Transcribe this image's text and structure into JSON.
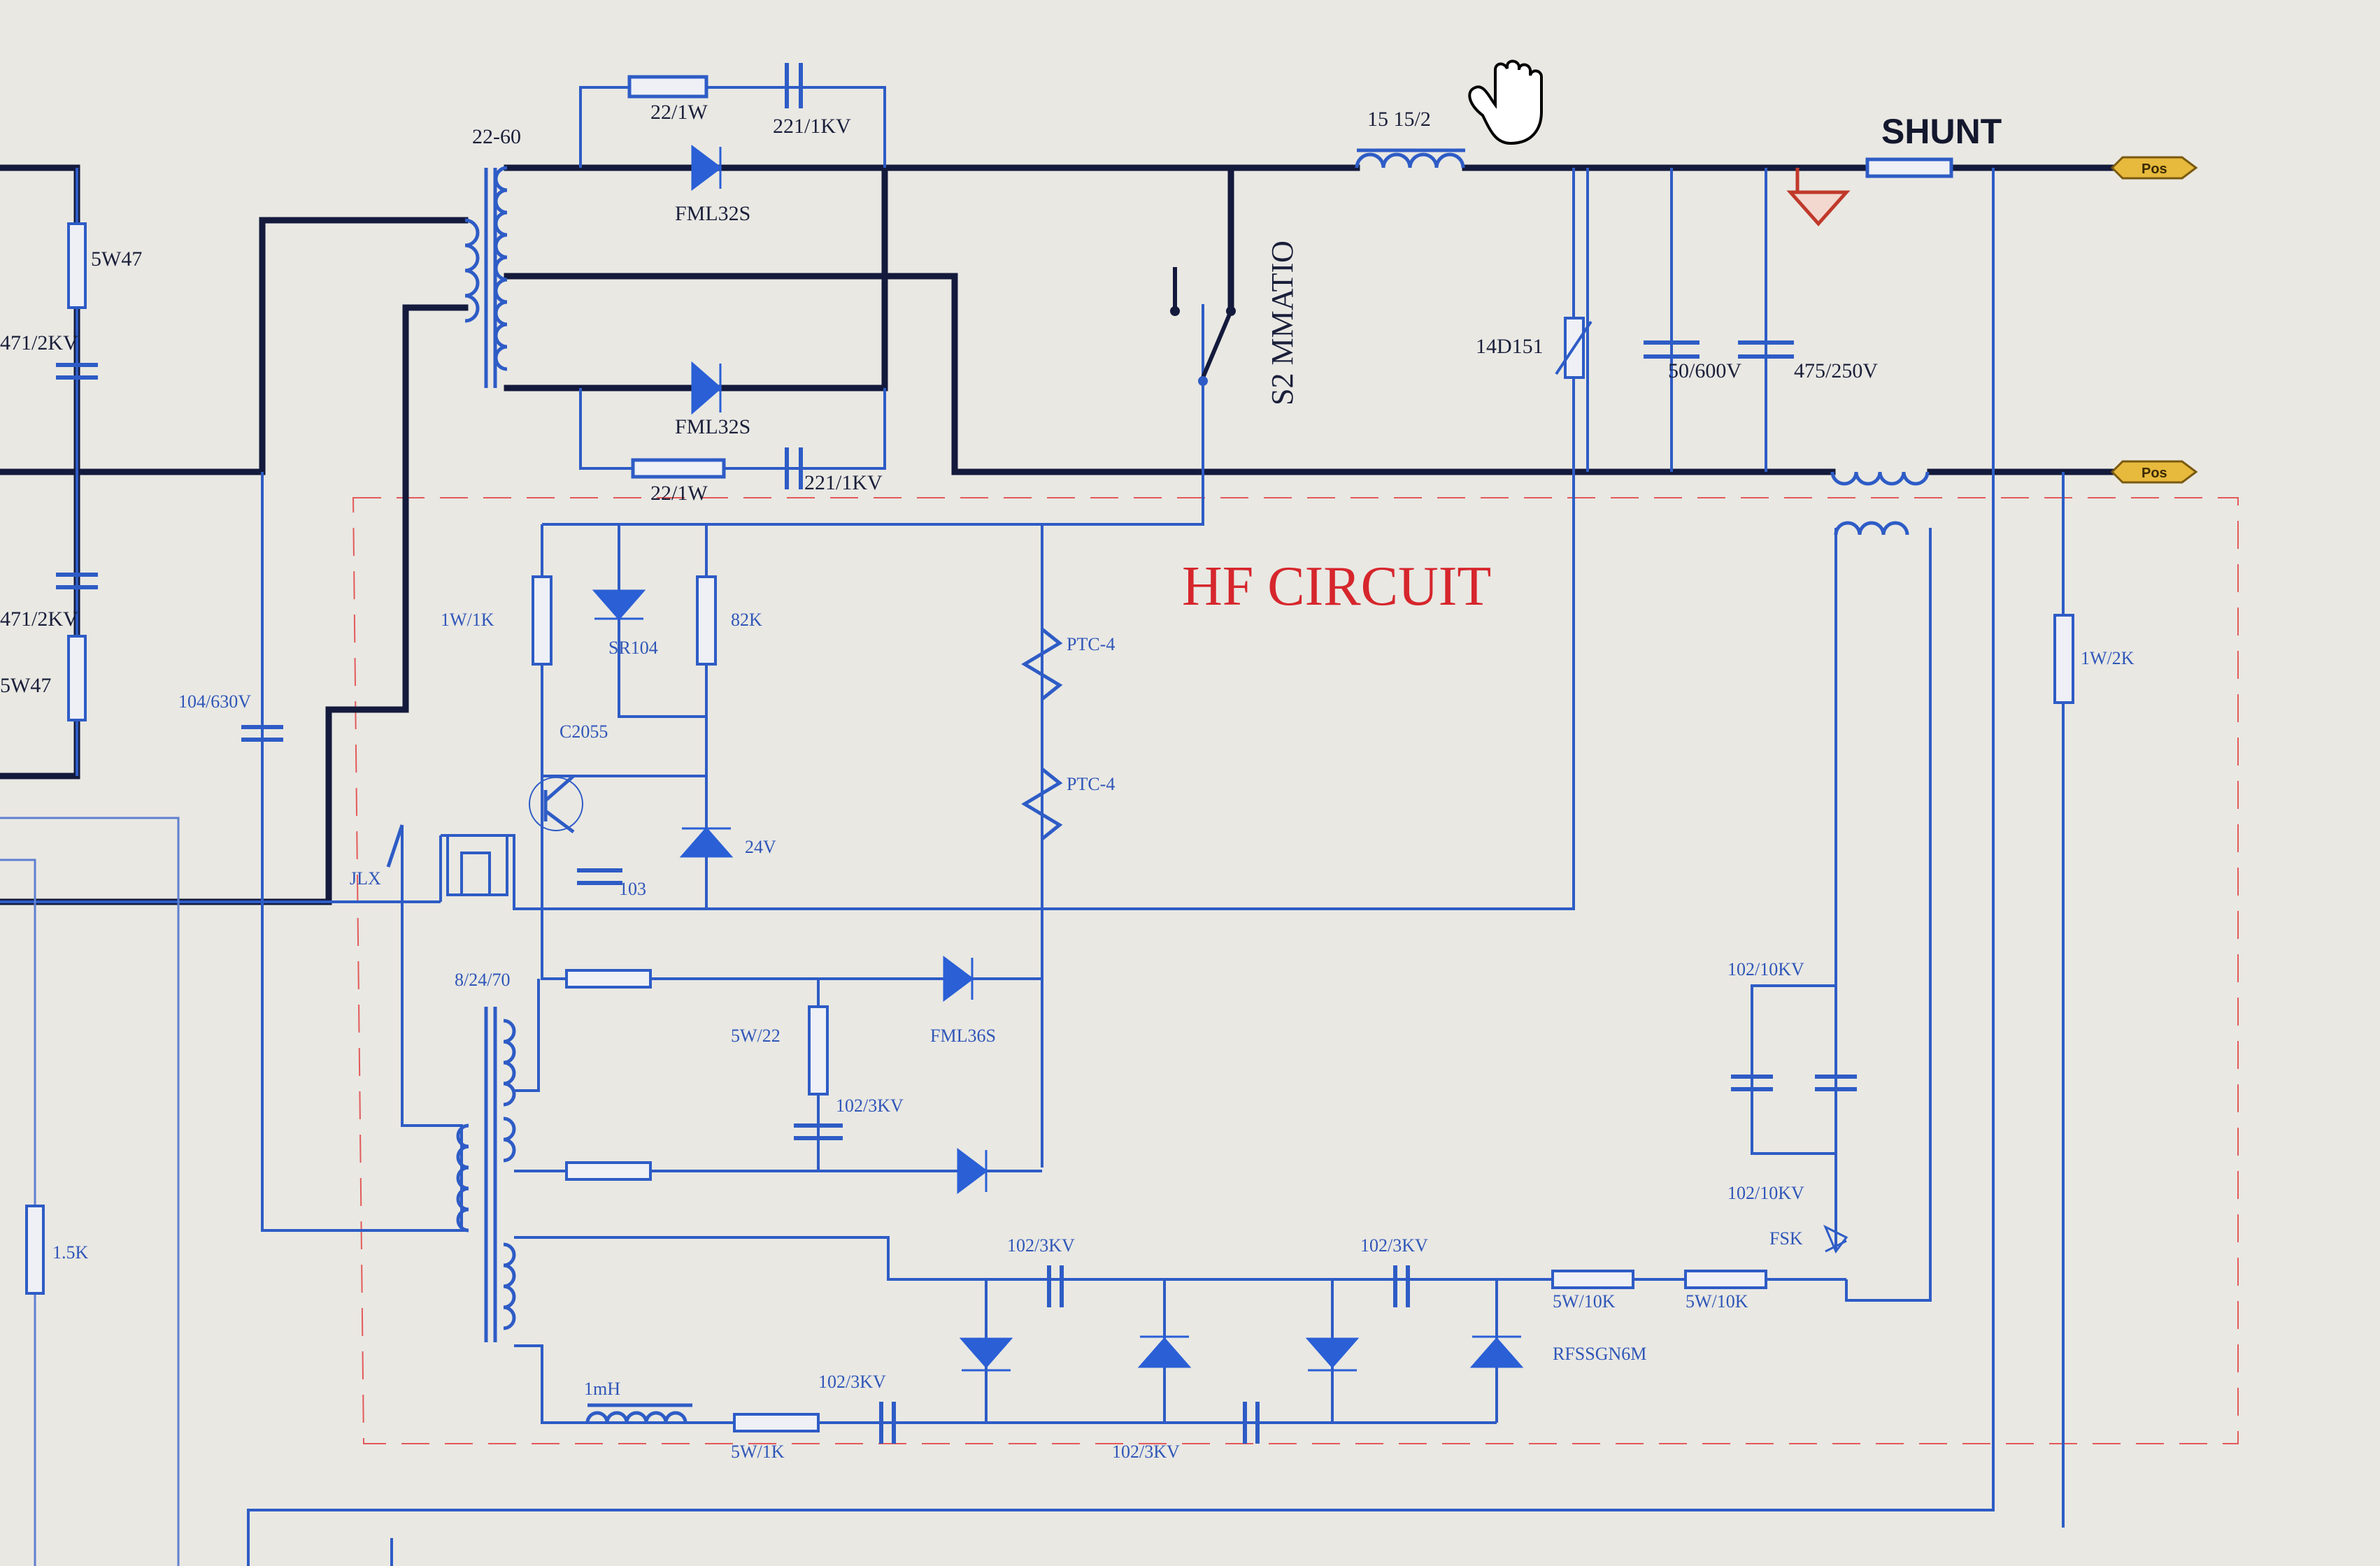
{
  "title": "HF CIRCUIT",
  "shunt_label": "SHUNT",
  "terminal_labels": [
    "Pos",
    "Pos"
  ],
  "components": {
    "transformer_main": "22-60",
    "snubber_top_resistor": "22/1W",
    "snubber_top_capacitor": "221/1KV",
    "diode_top": "FML32S",
    "diode_mid": "FML32S",
    "snubber_bottom_resistor": "22/1W",
    "snubber_bottom_capacitor": "221/1KV",
    "inductor_output": "15 15/2",
    "switch": "S2 MMATIO",
    "thermistor": "14D151",
    "cap_output_1": "50/600V",
    "cap_output_2": "475/250V",
    "left_resistor_1": "5W47",
    "left_cap_1": "471/2KV",
    "left_cap_2": "471/2KV",
    "left_resistor_2": "5W47",
    "cap_left_mid": "104/630V",
    "r_1w1k": "1W/1K",
    "zener_top": "SR104",
    "r_82k": "82K",
    "transistor": "C2055",
    "zener_24v": "24V",
    "cap_103": "103",
    "ptc_1": "PTC-4",
    "ptc_2": "PTC-4",
    "relay": "JLX",
    "r_1w2k": "1W/2K",
    "hf_transformer_tap": "8/24/70",
    "r_5w22": "5W/22",
    "cap_102": "102/3KV",
    "diode_fml": "FML36S",
    "caps_hv_top": "102/10KV",
    "caps_hv_bottom": "102/10KV",
    "spark_gap": "FSK",
    "mult_cap_1": "102/3KV",
    "mult_cap_2": "102/3KV",
    "mult_cap_3": "102/3KV",
    "mult_r_1": "5W/10K",
    "mult_r_2": "5W/10K",
    "mult_diode": "RFSSGN6M",
    "hf_inductor": "1mH",
    "r_5w1k": "5W/1K",
    "cap_bottom_1": "102/3KV",
    "r_left_bottom": "1.5K"
  }
}
